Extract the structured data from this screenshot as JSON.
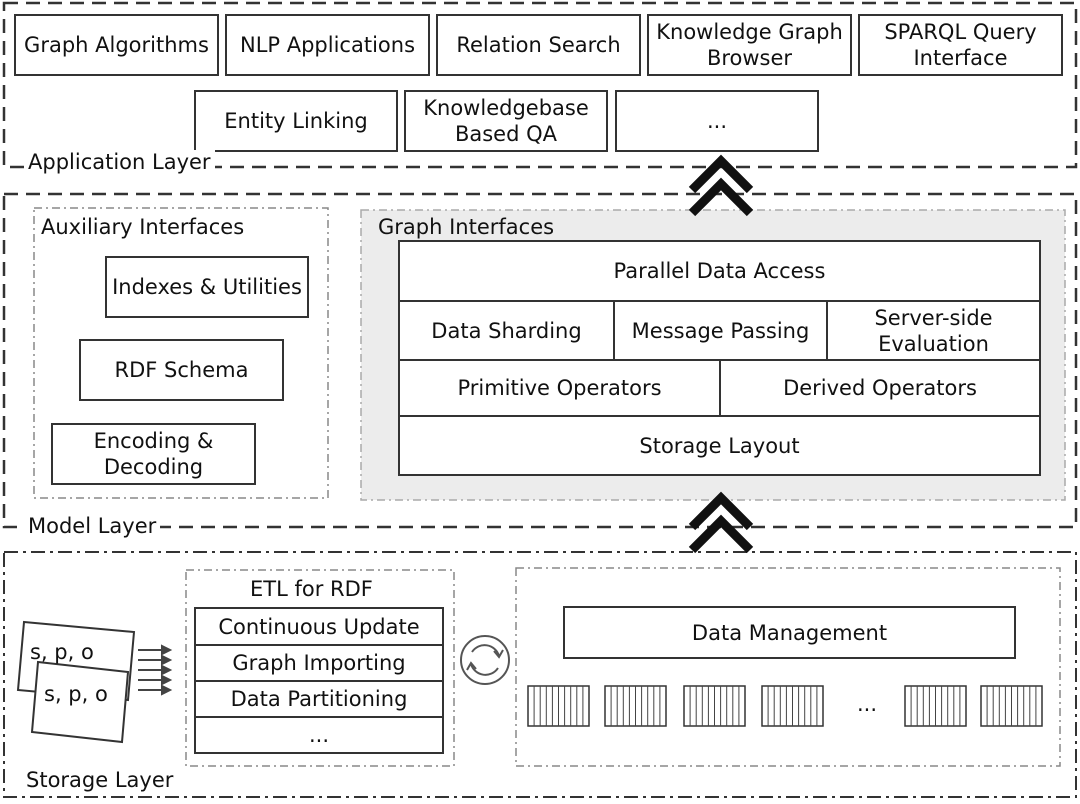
{
  "application_layer": {
    "label": "Application Layer",
    "row1": [
      "Graph Algorithms",
      "NLP Applications",
      "Relation Search",
      "Knowledge Graph\nBrowser",
      "SPARQL Query\nInterface"
    ],
    "row2": [
      "Entity Linking",
      "Knowledgebase\nBased QA",
      "..."
    ]
  },
  "model_layer": {
    "label": "Model Layer",
    "auxiliary": {
      "title": "Auxiliary Interfaces",
      "items": [
        "Indexes & Utilities",
        "RDF Schema",
        "Encoding &\nDecoding"
      ]
    },
    "graph": {
      "title": "Graph Interfaces",
      "parallel_data_access": "Parallel Data Access",
      "data_sharding": "Data Sharding",
      "message_passing": "Message Passing",
      "server_side_evaluation": "Server-side\nEvaluation",
      "primitive_operators": "Primitive Operators",
      "derived_operators": "Derived Operators",
      "storage_layout": "Storage Layout"
    }
  },
  "storage_layer": {
    "label": "Storage Layer",
    "triples": [
      "s, p, o",
      "s, p, o"
    ],
    "etl": {
      "title": "ETL for RDF",
      "items": [
        "Continuous Update",
        "Graph Importing",
        "Data Partitioning",
        "..."
      ]
    },
    "data_management": "Data Management",
    "block_ellipsis": "..."
  },
  "colors": {
    "stroke": "#333333",
    "graph_bg": "#ececec",
    "text": "#111111"
  }
}
